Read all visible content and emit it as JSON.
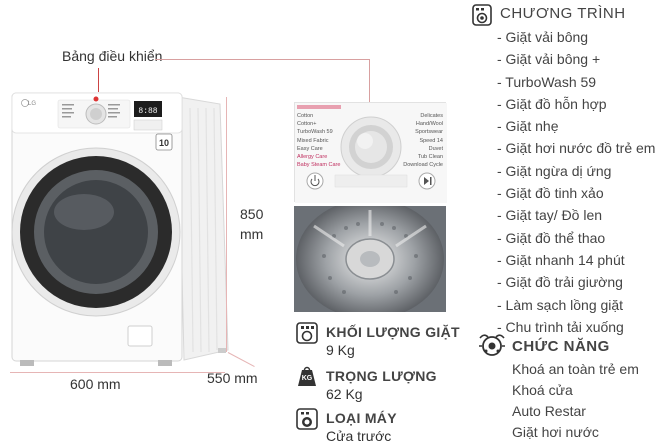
{
  "callout": {
    "control_panel": "Bảng điều khiển"
  },
  "dimensions": {
    "height_value": "850",
    "height_unit": "mm",
    "width": "600 mm",
    "depth": "550 mm"
  },
  "washer": {
    "brand": "LG",
    "display": "8:88",
    "badge": "10"
  },
  "panel_closeup": {
    "left_programs": [
      "Cotton",
      "Cotton+",
      "TurboWash 59",
      "Mixed Fabric",
      "Easy Care",
      "Allergy Care",
      "Baby Steam Care"
    ],
    "right_programs": [
      "Delicates",
      "Hand/Wool",
      "Sportswear",
      "Speed 14",
      "Duvet",
      "Tub Clean",
      "Download Cycle"
    ]
  },
  "features": [
    {
      "title": "KHỐI LƯỢNG GIẶT",
      "value": "9 Kg",
      "icon": "weight-load-icon"
    },
    {
      "title": "TRỌNG LƯỢNG",
      "value": "62 Kg",
      "icon_text": "KG",
      "icon": "kg-weight-icon"
    },
    {
      "title": "LOẠI MÁY",
      "value": "Cửa trước",
      "icon": "front-load-icon"
    }
  ],
  "programs": {
    "title": "CHƯƠNG TRÌNH",
    "items": [
      "- Giặt vải bông",
      "- Giặt vải bông +",
      "- TurboWash 59",
      "- Giặt đồ hỗn hợp",
      "- Giặt nhẹ",
      "- Giặt hơi nước đồ trẻ em",
      "- Giặt ngừa dị ứng",
      "- Giặt đồ tinh xảo",
      "- Giặt tay/ Đồ len",
      "- Giặt đồ thể thao",
      "- Giặt nhanh 14 phút",
      "- Giặt đồ trải giường",
      "- Làm sạch lồng giặt",
      "- Chu trình tải xuống"
    ]
  },
  "functions": {
    "title": "CHỨC NĂNG",
    "items": [
      "Khoá an toàn trẻ em",
      "Khoá cửa",
      "Auto Restar",
      "Giặt hơi nước"
    ]
  }
}
